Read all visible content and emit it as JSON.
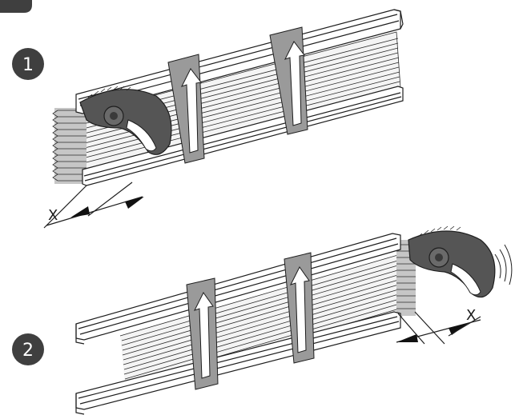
{
  "figure": {
    "steps": [
      {
        "number": "1",
        "dimension_label": "X"
      },
      {
        "number": "2",
        "dimension_label": "X"
      }
    ],
    "colors": {
      "badge": "#3f3f3f",
      "pleat_shade": "#c6c6c6",
      "arrow_band": "#9a9a9a",
      "outline": "#1e1e1e",
      "tool": "#555555"
    }
  }
}
